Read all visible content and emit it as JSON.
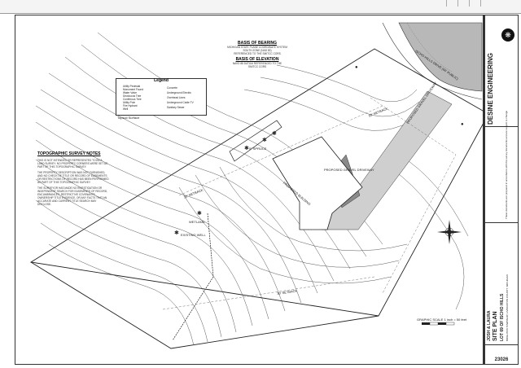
{
  "top_strip": {
    "cells": [
      "",
      "",
      "",
      ""
    ]
  },
  "drawing": {
    "basis_of_bearing": {
      "heading": "BASIS OF BEARING",
      "lines": [
        "MICHIGAN STATE PLANE COORDINATE SYSTEM",
        "SOUTH ZONE (NAD 83)",
        "REFERENCED TO THE SMITCC CORS"
      ]
    },
    "basis_of_elevation": {
      "heading": "BASIS OF ELEVATION",
      "lines": [
        "NAVD 88 DATUM REFERENCED TO THE",
        "SMITCC CORS"
      ]
    },
    "legend": {
      "title": "Legend",
      "left_items": [
        "Utility Pedestal",
        "Monument Found",
        "Water Valve",
        "Deciduous Tree",
        "Coniferous Tree",
        "Utility Pole",
        "Fire Hydrant",
        "Well"
      ],
      "right_items": [
        "Concrete",
        "Underground Electric",
        "Overhead Lines",
        "Underground Cable TV",
        "Sanitary Sewer"
      ],
      "footer": "Topsoil Surface"
    },
    "notes": {
      "title": "TOPOGRAPHIC SURVEY NOTES",
      "paragraphs": [
        "THIS IS NOT INTENDED OR REPRESENTED TO BE A LAND SURVEY. NO PROPERTY CORNERS WERE SET AS PART OF THIS TOPOGRAPHIC SURVEY.",
        "THE PROPERTY DESCRIPTION WAS NOT FURNISHED, AND NO CHECK OF TITLE OR RECORD OF EASEMENTS OR RESTRICTIONS OF RECORD HAS BEEN PERFORMED AS PART OF THIS TOPOGRAPHIC SURVEY.",
        "THE SURVEYOR HAS MADE NO INVESTIGATION OR INDEPENDENT SEARCH FOR EASEMENTS OF RECORD, ENCUMBRANCES, RESTRICTIVE COVENANTS, OWNERSHIP TITLE EVIDENCE, OR ANY FACTS THAT AN ACCURATE AND CURRENT TITLE SEARCH MAY DISCLOSE."
      ]
    },
    "labels": {
      "road": "ISCHO HILLS DRIVE (66' PUBLIC)",
      "proposed_building": "PROPOSED BUILDING",
      "proposed_driveway": "PROPOSED GRAVEL DRIVEWAY",
      "proposed_gravel_drive_2": "PROPOSED GRAVEL DRIVEWAY",
      "setback_rear": "50' SETBACK",
      "setback_front": "35' SETBACK",
      "setback_side": "30' SETBACK",
      "spruce_note": "5\" SPRUCE",
      "wetland": "WETLAND",
      "existing_well": "EXISTING WELL",
      "scale": "GRAPHIC SCALE 1 inch = 50 feet"
    },
    "title_block": {
      "project": "LOT 69 OF ISCHO HILLS",
      "sheet_title": "SITE PLAN",
      "client": "JOSH & LAURA",
      "township": "BRIGHTON TOWNSHIP, LIVINGSTON COUNTY, MICHIGAN",
      "notice": "These documents are prepared in accordance with the survey documents and are subject to change",
      "job_number": "23026",
      "firm": "DESINE ENGINEERING"
    },
    "colors": {
      "road_fill": "#b8b8b8",
      "driveway_fill": "#cfcfcf",
      "building_fill": "#ffffff",
      "line": "#333333"
    }
  }
}
